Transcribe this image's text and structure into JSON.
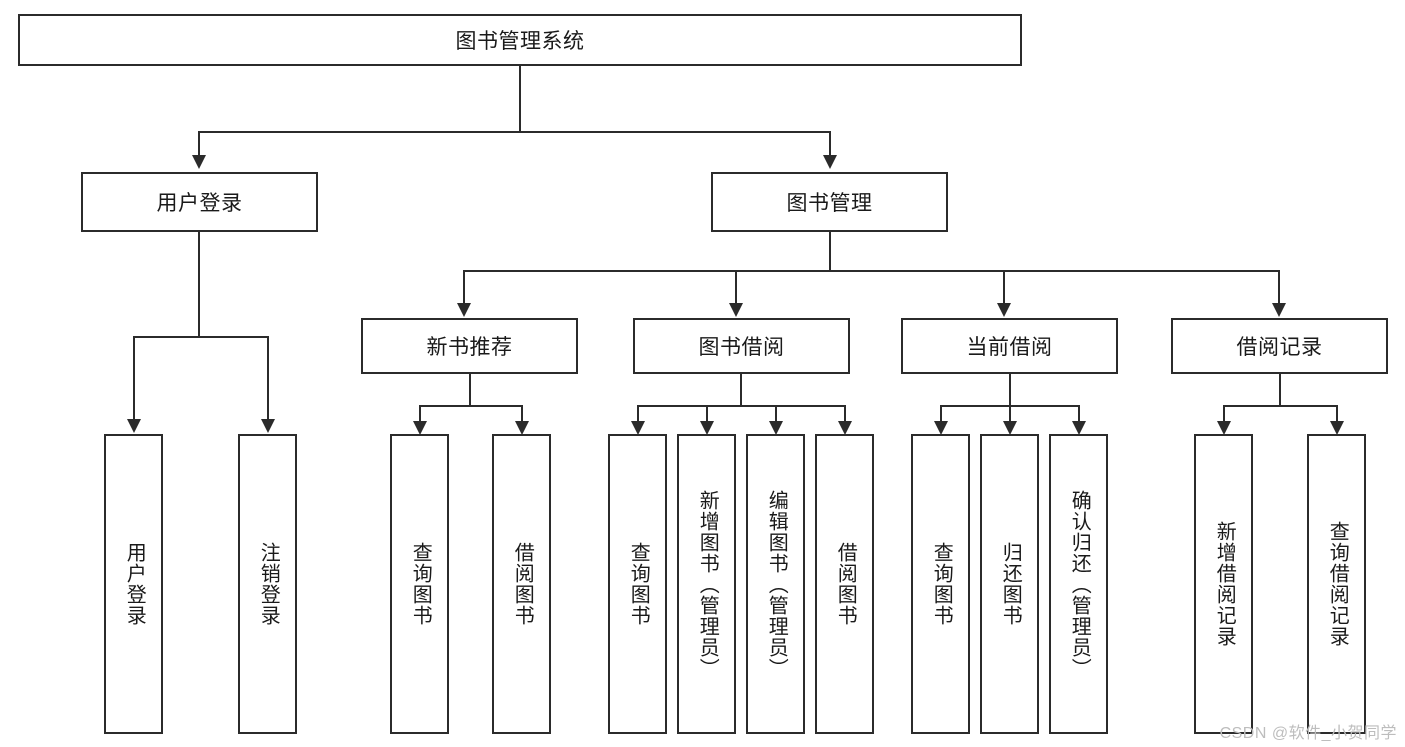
{
  "diagram": {
    "title": "图书管理系统",
    "type": "tree-hierarchy",
    "root": {
      "label": "图书管理系统"
    },
    "level2": [
      {
        "label": "用户登录"
      },
      {
        "label": "图书管理"
      }
    ],
    "level3": [
      {
        "label": "新书推荐"
      },
      {
        "label": "图书借阅"
      },
      {
        "label": "当前借阅"
      },
      {
        "label": "借阅记录"
      }
    ],
    "leaves": {
      "user_login": [
        {
          "label": "用户登录"
        },
        {
          "label": "注销登录"
        }
      ],
      "new_book_recommend": [
        {
          "label": "查询图书"
        },
        {
          "label": "借阅图书"
        }
      ],
      "book_borrow": [
        {
          "label": "查询图书"
        },
        {
          "label": "新增图书（管理员）"
        },
        {
          "label": "编辑图书（管理员）"
        },
        {
          "label": "借阅图书"
        }
      ],
      "current_borrow": [
        {
          "label": "查询图书"
        },
        {
          "label": "归还图书"
        },
        {
          "label": "确认归还（管理员）"
        }
      ],
      "borrow_record": [
        {
          "label": "新增借阅记录"
        },
        {
          "label": "查询借阅记录"
        }
      ]
    }
  },
  "watermark": {
    "text": "CSDN @软件_小贺同学"
  },
  "colors": {
    "stroke": "#2b2b2b",
    "background": "#ffffff",
    "text": "#1a1a1a",
    "watermark": "#bdbdbd"
  }
}
